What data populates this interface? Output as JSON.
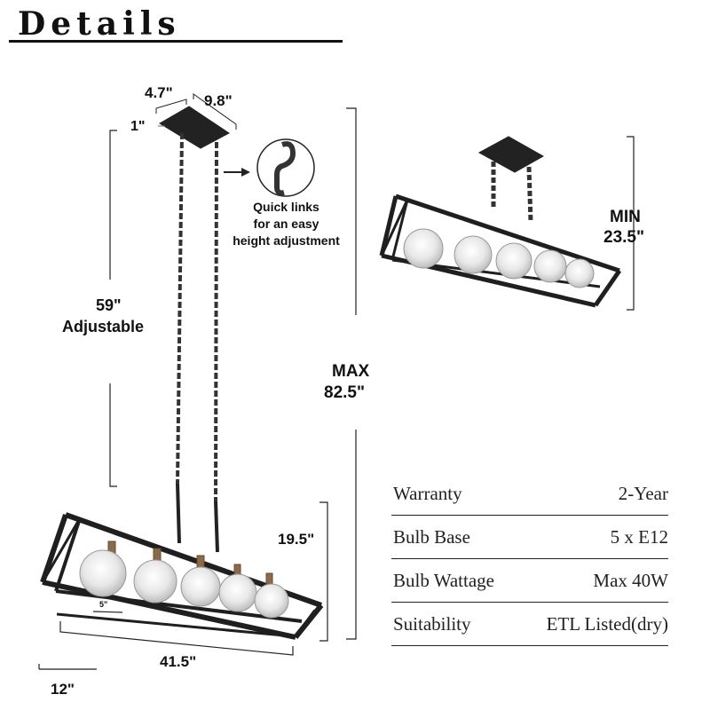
{
  "header": {
    "title": "Details"
  },
  "dimensions": {
    "canopy_width": "4.7\"",
    "canopy_length": "9.8\"",
    "canopy_height": "1\"",
    "chain_length": "59\"",
    "chain_note": "Adjustable",
    "max_label": "MAX",
    "max_value": "82.5\"",
    "min_label": "MIN",
    "min_value": "23.5\"",
    "fixture_height": "19.5\"",
    "fixture_length": "41.5\"",
    "fixture_width": "12\"",
    "bulb_spacing": "5\""
  },
  "callout": {
    "line1": "Quick links",
    "line2": "for an easy",
    "line3": "height adjustment"
  },
  "specs": [
    {
      "label": "Warranty",
      "value": "2-Year"
    },
    {
      "label": "Bulb Base",
      "value": "5 x E12"
    },
    {
      "label": "Bulb Wattage",
      "value": "Max 40W"
    },
    {
      "label": "Suitability",
      "value": "ETL Listed(dry)"
    }
  ],
  "colors": {
    "frame": "#1f1f1f",
    "text": "#111111",
    "glass": "#e6e6e6"
  }
}
